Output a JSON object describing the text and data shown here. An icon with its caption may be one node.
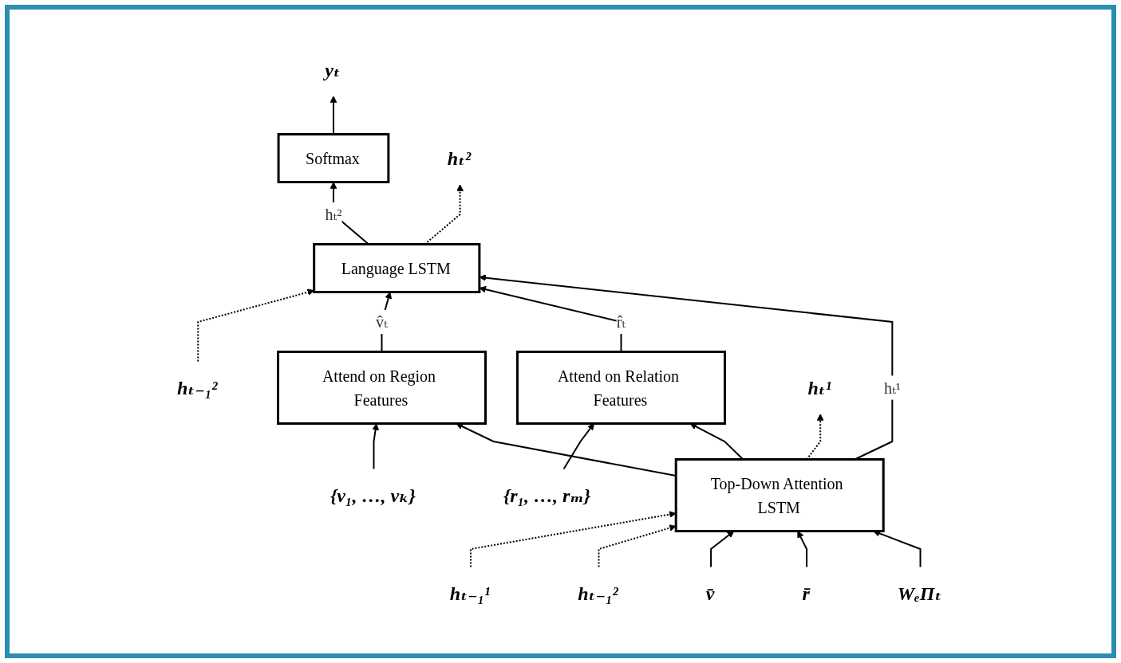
{
  "diagram": {
    "nodes": [
      {
        "text": [
          "yₜ"
        ]
      },
      {
        "text": [
          "Softmax"
        ]
      },
      {
        "text": [
          "hₜ₋₁²"
        ]
      },
      {
        "text": [
          "Language LSTM"
        ]
      },
      {
        "text": [
          "hₜ²"
        ]
      },
      {
        "text": [
          "{v₁, …, vₖ}"
        ]
      },
      {
        "text": [
          "{r₁, …, rₘ}"
        ]
      },
      {
        "text": [
          "Attend on Region Features"
        ]
      },
      {
        "text": [
          "Attend on Relation Features"
        ]
      },
      {
        "text": [
          "hₜ₋₁¹"
        ]
      },
      {
        "text": [
          "Top-Down Attention LSTM"
        ]
      },
      {
        "text": [
          "hₜ¹"
        ]
      },
      {
        "text": [
          "hₜ₋₁²"
        ]
      },
      {
        "text": [
          "v̄"
        ]
      },
      {
        "text": [
          "r̄"
        ]
      },
      {
        "text": [
          "WₑΠₜ"
        ]
      }
    ],
    "edges": [
      {
        "from": 1,
        "to": 0,
        "arrow": "to"
      },
      {
        "from": 3,
        "to": 1,
        "arrow": "to",
        "label": "hₜ²"
      },
      {
        "from": 2,
        "to": 3,
        "arrow": "to",
        "style": "dashed"
      },
      {
        "from": 3,
        "to": 4,
        "arrow": "to",
        "style": "dashed"
      },
      {
        "from": 5,
        "to": 7,
        "arrow": "to"
      },
      {
        "from": 6,
        "to": 8,
        "arrow": "to"
      },
      {
        "from": 7,
        "to": 3,
        "arrow": "to",
        "label": "v̂ₜ"
      },
      {
        "from": 8,
        "to": 3,
        "arrow": "to",
        "label": "r̂ₜ"
      },
      {
        "from": 10,
        "to": 7,
        "arrow": "to"
      },
      {
        "from": 10,
        "to": 3,
        "arrow": "to",
        "label": "hₜ¹"
      },
      {
        "from": 10,
        "to": 8,
        "arrow": "to"
      },
      {
        "from": 9,
        "to": 10,
        "arrow": "to",
        "style": "dashed"
      },
      {
        "from": 10,
        "to": 11,
        "arrow": "to",
        "style": "dashed"
      },
      {
        "from": 12,
        "to": 10,
        "arrow": "to",
        "style": "dashed"
      },
      {
        "from": 13,
        "to": 10,
        "arrow": "to"
      },
      {
        "from": 14,
        "to": 10,
        "arrow": "to"
      },
      {
        "from": 15,
        "to": 10,
        "arrow": "to"
      }
    ]
  }
}
